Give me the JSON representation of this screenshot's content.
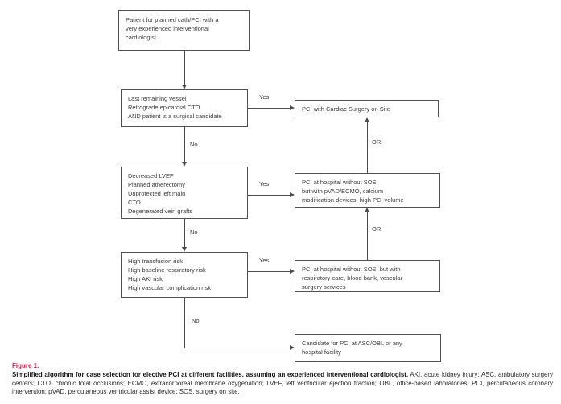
{
  "theme": {
    "accent_red": "#dc1c4b",
    "connector_color": "#4a4a4a",
    "box_border_color": "#515151",
    "box_text_color": "#3d3d3d"
  },
  "figure": {
    "label": "Figure 1.",
    "caption_bold": "Simplified algorithm for case selection for elective PCI at different facilities, assuming an experienced interventional cardiologist.",
    "caption_rest": "AKI, acute kidney injury; ASC, ambulatory surgery centers; CTO, chronic total occlusions; ECMO, extracorporeal membrane oxygenation; LVEF, left ventricular ejection fraction; OBL, office-based laboratories; PCI, percutaneous coronary intervention; pVAD, percutaneous ventricular assist device; SOS, surgery on site."
  },
  "flowchart": {
    "boxes": {
      "patient": "Patient for planned cath/PCI with a\nvery experienced interventional\ncardiologist",
      "last_vessel": "Last remaining vessel\nRetrograde epicardial CTO\nAND patient is a surgical candidate",
      "decreased_lvef": "Decreased LVEF\nPlanned atherectomy\nUnprotected left main\nCTO\nDegenerated vein grafts",
      "high_risk": "High transfusion risk\nHigh baseline respiratory risk\nHigh AKI risk\nHigh vascular complication risk",
      "pci_cardiac_surgery": "PCI with Cardiac Surgery on Site",
      "pci_pvad": "PCI at hospital without SOS,\nbut with pVAD/ECMO, calcium\nmodification devices, high PCI volume",
      "pci_respiratory": "PCI at hospital without SOS, but with\nrespiratory care, blood bank, vascular\nsurgery services",
      "candidate_asc_obl": "Candidate for PCI at ASC/OBL or any\nhospital facility"
    },
    "labels": {
      "yes": "Yes",
      "no": "No",
      "or": "OR"
    }
  }
}
